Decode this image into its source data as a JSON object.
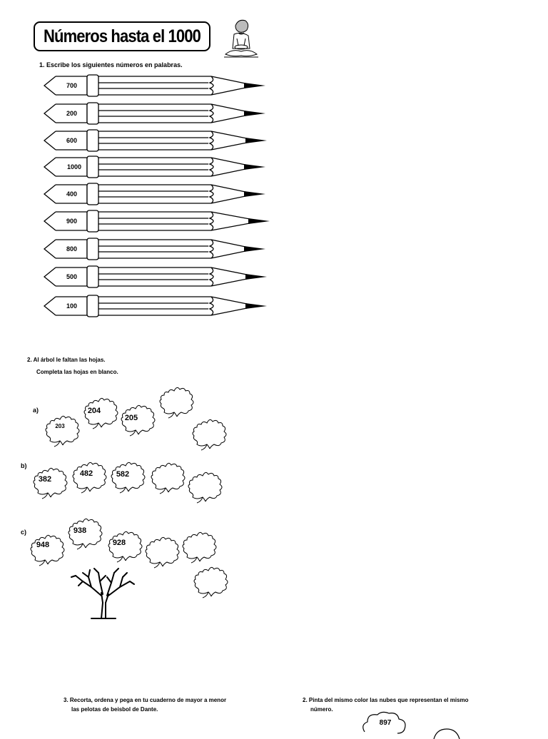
{
  "title": "Números hasta el 1000",
  "section1": {
    "instruction": "1.  Escribe los siguientes números en palabras.",
    "pencils": [
      "700",
      "200",
      "600",
      "1000",
      "400",
      "900",
      "800",
      "500",
      "100"
    ]
  },
  "section2": {
    "instruction": "2.  Al árbol le faltan las hojas.",
    "subinstruction": "Completa las hojas en blanco.",
    "groups": [
      {
        "label": "a)",
        "leaves": [
          "203",
          "204",
          "205",
          "",
          ""
        ]
      },
      {
        "label": "b)",
        "leaves": [
          "382",
          "482",
          "582",
          "",
          ""
        ]
      },
      {
        "label": "c)",
        "leaves": [
          "948",
          "938",
          "928",
          "",
          "",
          ""
        ]
      }
    ]
  },
  "section3": {
    "instruction_line1": "3. Recorta, ordena y pega en tu cuaderno de mayor a menor",
    "instruction_line2": "las pelotas de beisbol de Dante."
  },
  "section4": {
    "instruction_line1": "2. Pinta del mismo color las nubes que representan el mismo",
    "instruction_line2": "número.",
    "cloud_number": "897"
  }
}
